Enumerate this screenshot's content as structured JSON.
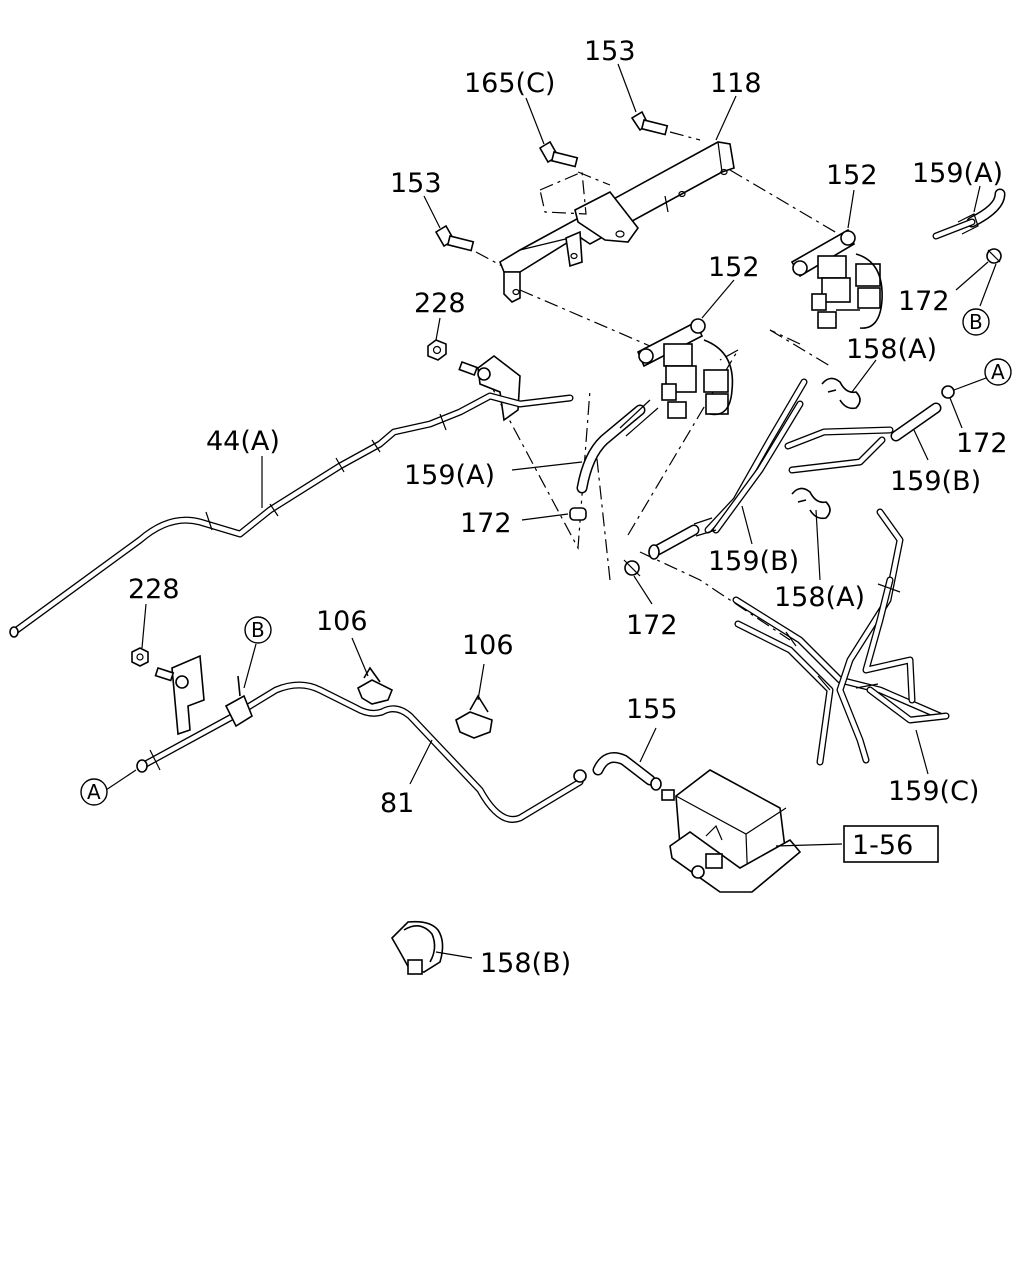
{
  "callouts": {
    "c153_top": "153",
    "c165c": "165(C)",
    "c118": "118",
    "c153_left": "153",
    "c152_right": "152",
    "c159a_top": "159(A)",
    "c172_topright": "172",
    "c152_mid": "152",
    "c228_top": "228",
    "c158a_upper": "158(A)",
    "c44a": "44(A)",
    "c159a_mid": "159(A)",
    "c172_right": "172",
    "c159b_right": "159(B)",
    "c172_mid": "172",
    "c159b_mid": "159(B)",
    "c158a_lower": "158(A)",
    "c172_low": "172",
    "c228_low": "228",
    "c106_left": "106",
    "c106_right": "106",
    "c155": "155",
    "c81": "81",
    "c159c": "159(C)",
    "c158b": "158(B)"
  },
  "reference_box": "1-56",
  "connectors": {
    "a_right": "A",
    "a_left": "A",
    "b_right": "B",
    "b_left": "B"
  }
}
